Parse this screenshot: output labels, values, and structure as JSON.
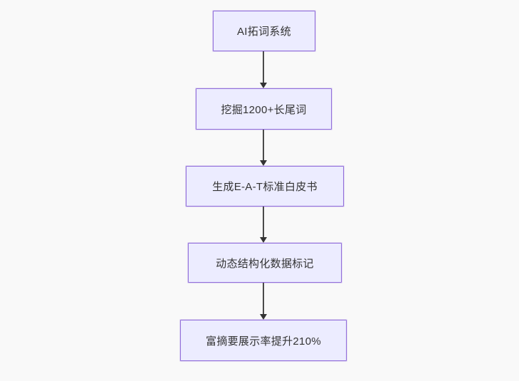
{
  "flowchart": {
    "type": "flowchart-top-down",
    "nodes": [
      {
        "label": "AI拓词系统"
      },
      {
        "label": "挖掘1200+长尾词"
      },
      {
        "label": "生成E-A-T标准白皮书"
      },
      {
        "label": "动态结构化数据标记"
      },
      {
        "label": "富摘要展示率提升210%"
      }
    ],
    "edges": [
      {
        "from": "AI拓词系统",
        "to": "挖掘1200+长尾词"
      },
      {
        "from": "挖掘1200+长尾词",
        "to": "生成E-A-T标准白皮书"
      },
      {
        "from": "生成E-A-T标准白皮书",
        "to": "动态结构化数据标记"
      },
      {
        "from": "动态结构化数据标记",
        "to": "富摘要展示率提升210%"
      }
    ],
    "colors": {
      "node_fill": "#ECECFF",
      "node_border": "#9370DB",
      "node_text": "#333333",
      "arrow": "#333333",
      "background": "#f9f9f9"
    }
  }
}
